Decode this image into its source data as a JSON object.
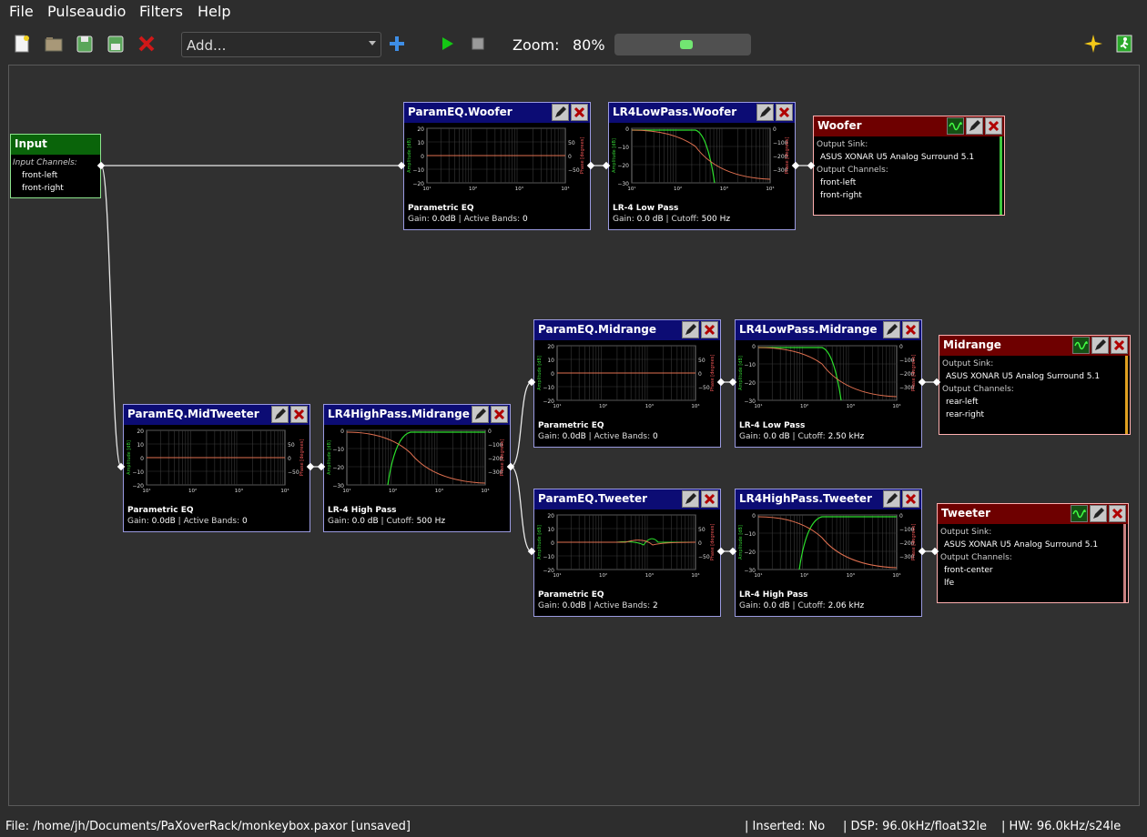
{
  "menu": {
    "file": "File",
    "pulseaudio": "Pulseaudio",
    "filters": "Filters",
    "help": "Help"
  },
  "toolbar": {
    "icons": [
      "new-file-icon",
      "open-folder-icon",
      "save-icon",
      "save-as-icon",
      "delete-icon"
    ],
    "add_label": "Add...",
    "zoom_label": "Zoom:",
    "zoom_value": "80%",
    "zoom_fraction": 0.53,
    "accent": "#72e672"
  },
  "input_node": {
    "title": "Input",
    "channels_label": "Input Channels:",
    "channels": [
      "front-left",
      "front-right"
    ]
  },
  "filters": [
    {
      "id": "peq-woofer",
      "title": "ParamEQ.Woofer",
      "kind": "peq",
      "name": "Parametric EQ",
      "gain_label": "Gain:",
      "gain": "0.0dB",
      "extra_label": "Active Bands:",
      "extra": "0"
    },
    {
      "id": "lp-woofer",
      "title": "LR4LowPass.Woofer",
      "kind": "lp",
      "name": "LR-4 Low Pass",
      "gain_label": "Gain:",
      "gain": "0.0 dB",
      "extra_label": "Cutoff:",
      "extra": "500 Hz"
    },
    {
      "id": "peq-midtweeter",
      "title": "ParamEQ.MidTweeter",
      "kind": "peq",
      "name": "Parametric EQ",
      "gain_label": "Gain:",
      "gain": "0.0dB",
      "extra_label": "Active Bands:",
      "extra": "0"
    },
    {
      "id": "hp-midrange",
      "title": "LR4HighPass.Midrange",
      "kind": "hp",
      "name": "LR-4 High Pass",
      "gain_label": "Gain:",
      "gain": "0.0 dB",
      "extra_label": "Cutoff:",
      "extra": "500 Hz"
    },
    {
      "id": "peq-midrange",
      "title": "ParamEQ.Midrange",
      "kind": "peq",
      "name": "Parametric EQ",
      "gain_label": "Gain:",
      "gain": "0.0dB",
      "extra_label": "Active Bands:",
      "extra": "0"
    },
    {
      "id": "lp-midrange",
      "title": "LR4LowPass.Midrange",
      "kind": "lp",
      "name": "LR-4 Low Pass",
      "gain_label": "Gain:",
      "gain": "0.0 dB",
      "extra_label": "Cutoff:",
      "extra": "2.50 kHz"
    },
    {
      "id": "peq-tweeter",
      "title": "ParamEQ.Tweeter",
      "kind": "peq2",
      "name": "Parametric EQ",
      "gain_label": "Gain:",
      "gain": "0.0dB",
      "extra_label": "Active Bands:",
      "extra": "2"
    },
    {
      "id": "hp-tweeter",
      "title": "LR4HighPass.Tweeter",
      "kind": "hp",
      "name": "LR-4 High Pass",
      "gain_label": "Gain:",
      "gain": "0.0 dB",
      "extra_label": "Cutoff:",
      "extra": "2.06 kHz"
    }
  ],
  "outputs": [
    {
      "id": "out-woofer",
      "title": "Woofer",
      "sink_label": "Output Sink:",
      "sink": "ASUS XONAR U5 Analog Surround 5.1",
      "channels_label": "Output Channels:",
      "channels": [
        "front-left",
        "front-right"
      ],
      "meter_color": "#3ec83e"
    },
    {
      "id": "out-midrange",
      "title": "Midrange",
      "sink_label": "Output Sink:",
      "sink": "ASUS XONAR U5 Analog Surround 5.1",
      "channels_label": "Output Channels:",
      "channels": [
        "rear-left",
        "rear-right"
      ],
      "meter_color": "#e0a020"
    },
    {
      "id": "out-tweeter",
      "title": "Tweeter",
      "sink_label": "Output Sink:",
      "sink": "ASUS XONAR U5 Analog Surround 5.1",
      "channels_label": "Output Channels:",
      "channels": [
        "front-center",
        "lfe"
      ],
      "meter_color": "#c88080"
    }
  ],
  "plot_labels": {
    "peq_left": [
      "20",
      "10",
      "0",
      "−10",
      "−20"
    ],
    "peq_right": [
      "50",
      "0",
      "−50"
    ],
    "xo_left": [
      "0",
      "−10",
      "−20",
      "−30"
    ],
    "xo_right": [
      "0",
      "−100",
      "−200",
      "−300"
    ],
    "freq": [
      "10¹",
      "10²",
      "10³",
      "10⁴"
    ],
    "amp": "Amplitude [dB]",
    "phase": "Phase [degrees]"
  },
  "status": {
    "file": "File: /home/jh/Documents/PaXoverRack/monkeybox.paxor [unsaved]",
    "inserted": "| Inserted: No",
    "dsp": "| DSP: 96.0kHz/float32le",
    "hw": "| HW: 96.0kHz/s24le"
  }
}
